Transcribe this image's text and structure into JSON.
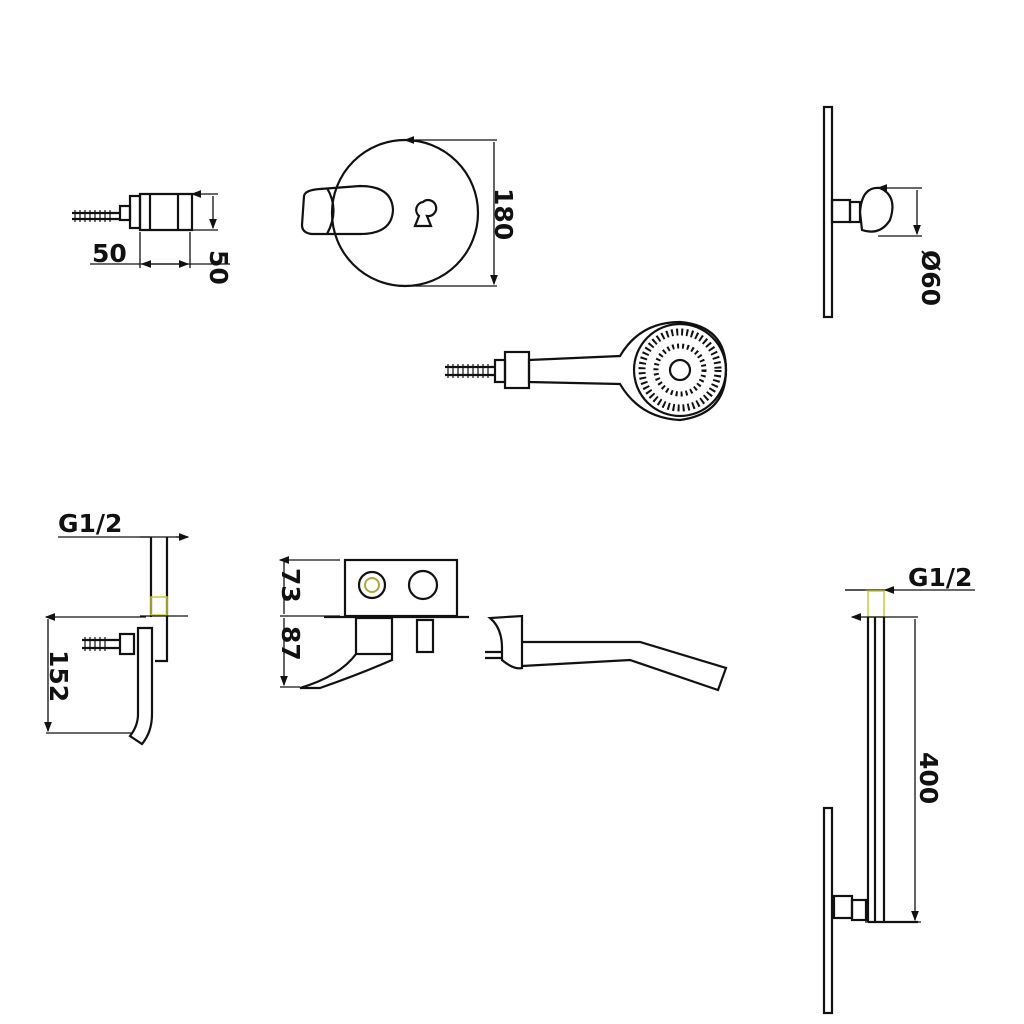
{
  "dimensions": {
    "valve_side_width": "50",
    "valve_side_height": "50",
    "plate_diameter": "180",
    "holder_diameter": "Ø60",
    "spout_thread": "G1/2",
    "spout_height": "152",
    "box_depth": "73",
    "handle_depth": "87",
    "rail_thread": "G1/2",
    "rail_length": "400"
  }
}
